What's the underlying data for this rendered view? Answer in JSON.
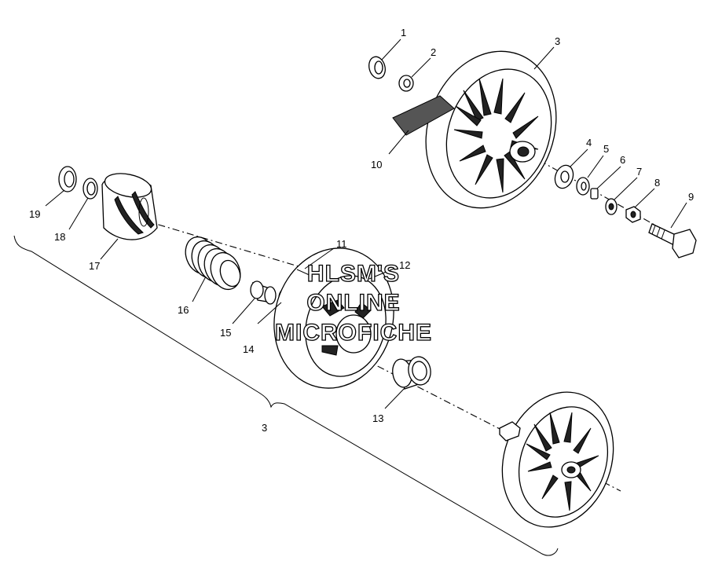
{
  "callouts": [
    {
      "id": "1",
      "text": "1"
    },
    {
      "id": "2",
      "text": "2"
    },
    {
      "id": "3a",
      "text": "3"
    },
    {
      "id": "4",
      "text": "4"
    },
    {
      "id": "5",
      "text": "5"
    },
    {
      "id": "6",
      "text": "6"
    },
    {
      "id": "7",
      "text": "7"
    },
    {
      "id": "8",
      "text": "8"
    },
    {
      "id": "9",
      "text": "9"
    },
    {
      "id": "10",
      "text": "10"
    },
    {
      "id": "11",
      "text": "11"
    },
    {
      "id": "12",
      "text": "12"
    },
    {
      "id": "13",
      "text": "13"
    },
    {
      "id": "14",
      "text": "14"
    },
    {
      "id": "15",
      "text": "15"
    },
    {
      "id": "16",
      "text": "16"
    },
    {
      "id": "17",
      "text": "17"
    },
    {
      "id": "18",
      "text": "18"
    },
    {
      "id": "19",
      "text": "19"
    },
    {
      "id": "3b",
      "text": "3"
    }
  ],
  "watermark": {
    "line1": "HLSM'S",
    "line2": "ONLINE",
    "line3": "MICROFICHE"
  }
}
